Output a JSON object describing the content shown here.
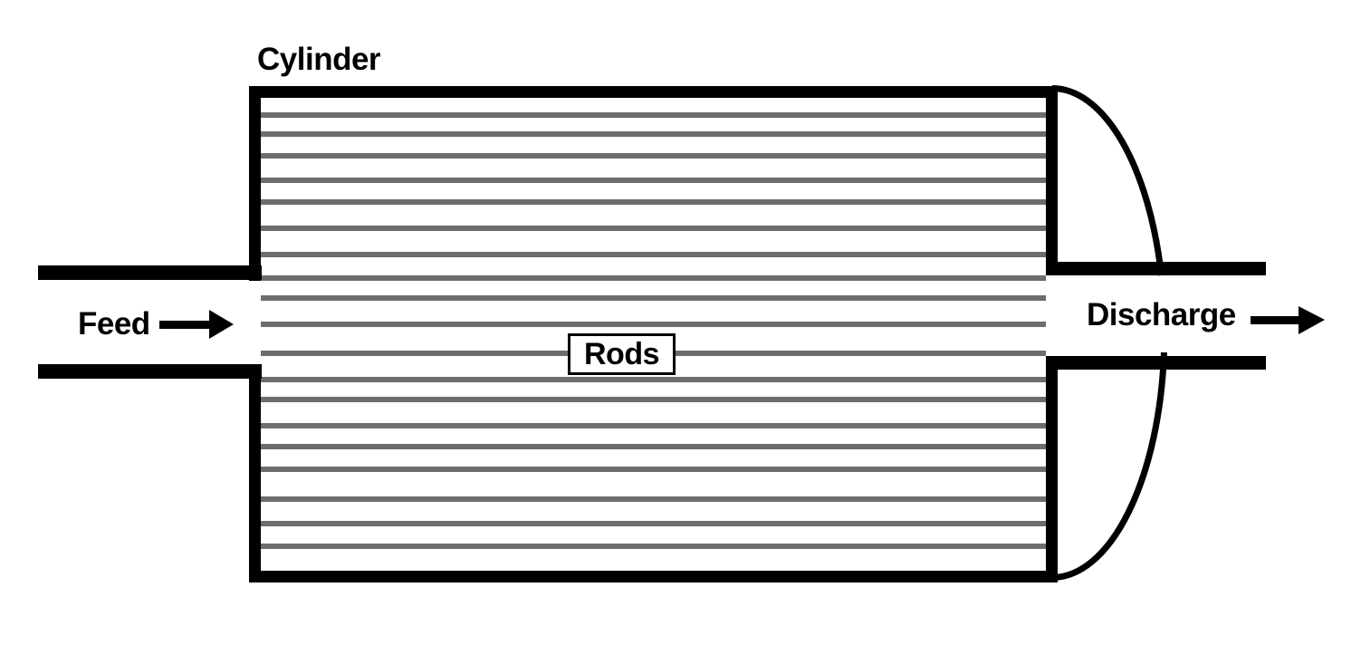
{
  "diagram": {
    "type": "rod-mill-schematic",
    "labels": {
      "cylinder": "Cylinder",
      "feed": "Feed",
      "rods": "Rods",
      "discharge": "Discharge"
    },
    "icons": {
      "feed_arrow": "right-arrow",
      "discharge_arrow": "right-arrow"
    },
    "colors": {
      "outline": "#000000",
      "rod": "#6d6d6d",
      "background": "#ffffff"
    },
    "rods": {
      "count": 19,
      "y_positions": [
        127,
        148,
        172,
        199,
        223,
        252,
        281,
        307,
        329,
        358,
        390,
        419,
        441,
        470,
        493,
        518,
        551,
        578,
        603
      ]
    }
  }
}
